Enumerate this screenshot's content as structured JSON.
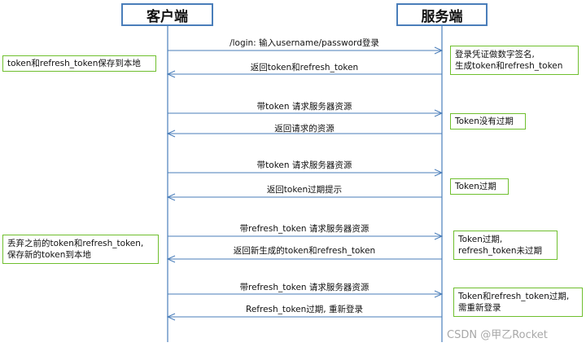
{
  "actors": {
    "client": "客户端",
    "server": "服务端"
  },
  "messages": [
    {
      "id": "m1",
      "dir": "right",
      "label": "/login: 输入username/password登录"
    },
    {
      "id": "m2",
      "dir": "left",
      "label": "返回token和refresh_token"
    },
    {
      "id": "m3",
      "dir": "right",
      "label": "带token 请求服务器资源"
    },
    {
      "id": "m4",
      "dir": "left",
      "label": "返回请求的资源"
    },
    {
      "id": "m5",
      "dir": "right",
      "label": "带token 请求服务器资源"
    },
    {
      "id": "m6",
      "dir": "left",
      "label": "返回token过期提示"
    },
    {
      "id": "m7",
      "dir": "right",
      "label": "带refresh_token 请求服务器资源"
    },
    {
      "id": "m8",
      "dir": "left",
      "label": "返回新生成的token和refresh_token"
    },
    {
      "id": "m9",
      "dir": "right",
      "label": "带refresh_token 请求服务器资源"
    },
    {
      "id": "m10",
      "dir": "left",
      "label": "Refresh_token过期, 重新登录"
    }
  ],
  "notes": {
    "client_1": [
      "token和refresh_token保存到本地"
    ],
    "client_2": [
      "丢弃之前的token和refresh_token,",
      "保存新的token到本地"
    ],
    "server_1": [
      "登录凭证做数字签名,",
      "生成token和refresh_token"
    ],
    "server_2": [
      "Token没有过期"
    ],
    "server_3": [
      "Token过期"
    ],
    "server_4": [
      "Token过期,",
      "refresh_token未过期"
    ],
    "server_5": [
      "Token和refresh_token过期,",
      "需重新登录"
    ]
  },
  "watermark": "CSDN @甲乙Rocket",
  "colors": {
    "lifeline": "#4a7eba",
    "arrow": "#4a7eba",
    "note_border": "#6fbf2e"
  }
}
